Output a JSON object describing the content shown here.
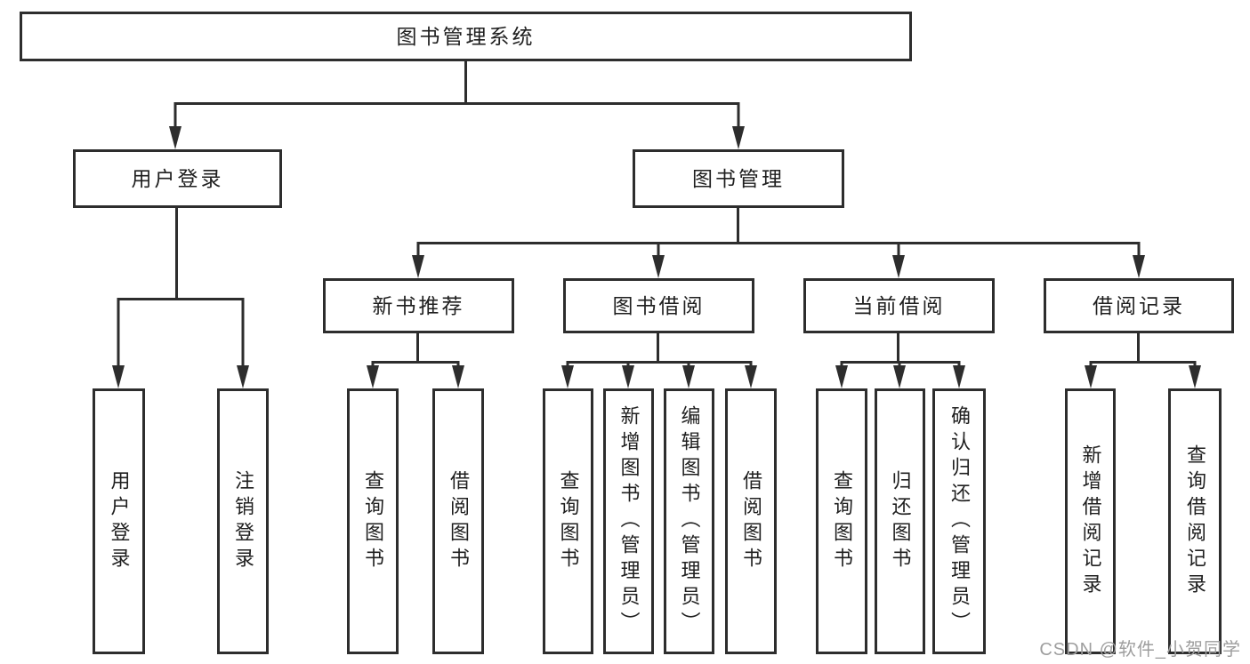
{
  "diagram": {
    "title": "图书管理系统",
    "branches": [
      {
        "label": "用户登录",
        "children": [
          {
            "label": "用户登录"
          },
          {
            "label": "注销登录"
          }
        ]
      },
      {
        "label": "图书管理",
        "children": [
          {
            "label": "新书推荐",
            "children": [
              {
                "label": "查询图书"
              },
              {
                "label": "借阅图书"
              }
            ]
          },
          {
            "label": "图书借阅",
            "children": [
              {
                "label": "查询图书"
              },
              {
                "label": "新增图书（管理员）"
              },
              {
                "label": "编辑图书（管理员）"
              },
              {
                "label": "借阅图书"
              }
            ]
          },
          {
            "label": "当前借阅",
            "children": [
              {
                "label": "查询图书"
              },
              {
                "label": "归还图书"
              },
              {
                "label": "确认归还（管理员）"
              }
            ]
          },
          {
            "label": "借阅记录",
            "children": [
              {
                "label": "新增借阅记录"
              },
              {
                "label": "查询借阅记录"
              }
            ]
          }
        ]
      }
    ]
  },
  "watermark": {
    "text": "CSDN @软件_小贺同学"
  },
  "colors": {
    "line": "#2d2d2d",
    "text": "#1f1f1f",
    "watermark": "#9e9e9e"
  }
}
